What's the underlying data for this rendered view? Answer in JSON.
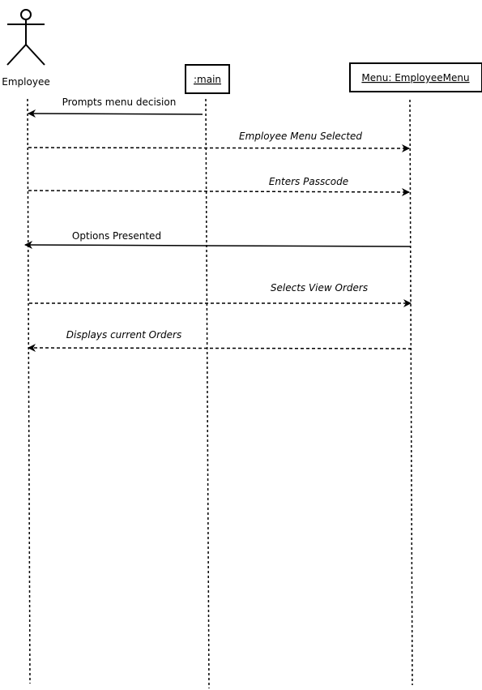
{
  "actor": {
    "label": "Employee"
  },
  "participants": [
    {
      "id": "main",
      "label": ":main"
    },
    {
      "id": "menu",
      "label": "Menu: EmployeeMenu"
    }
  ],
  "messages": [
    {
      "label": "Prompts menu decision",
      "from": "main",
      "to": "employee",
      "style": "solid",
      "italic": false
    },
    {
      "label": "Employee Menu Selected",
      "from": "employee",
      "to": "menu",
      "style": "dashed",
      "italic": true
    },
    {
      "label": "Enters Passcode",
      "from": "employee",
      "to": "menu",
      "style": "dashed",
      "italic": true
    },
    {
      "label": "Options Presented",
      "from": "menu",
      "to": "employee",
      "style": "solid",
      "italic": false
    },
    {
      "label": "Selects View Orders",
      "from": "employee",
      "to": "menu",
      "style": "dashed",
      "italic": true
    },
    {
      "label": "Displays current Orders",
      "from": "menu",
      "to": "employee",
      "style": "dashed",
      "italic": true
    }
  ],
  "colors": {
    "line": "#000000",
    "background": "#ffffff"
  }
}
